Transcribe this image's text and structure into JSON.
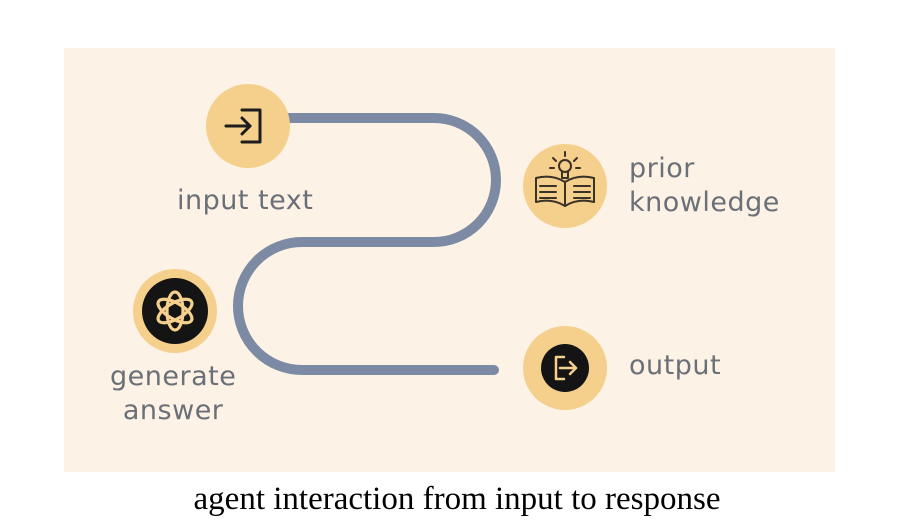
{
  "diagram": {
    "nodes": [
      {
        "id": "input",
        "label": "input text",
        "icon": "login-icon"
      },
      {
        "id": "prior",
        "label": "prior\nknowledge",
        "icon": "book-lightbulb-icon"
      },
      {
        "id": "generate",
        "label": "generate\nanswer",
        "icon": "openai-logo-icon"
      },
      {
        "id": "output",
        "label": "output",
        "icon": "logout-icon"
      }
    ],
    "colors": {
      "background": "#fcf2e6",
      "circle": "#f5cf8c",
      "path": "#7d8aa3",
      "icon_dark": "#1c1c1c",
      "label": "#6b6f78"
    }
  },
  "caption": "agent interaction from input to response"
}
